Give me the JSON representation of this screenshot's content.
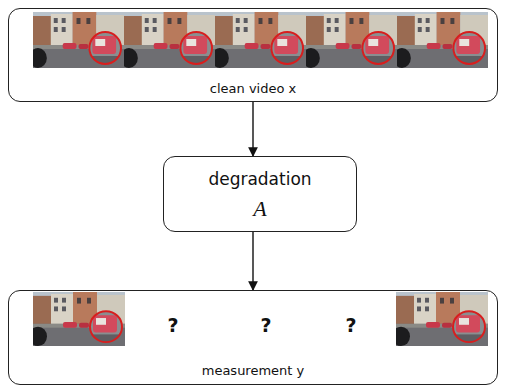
{
  "diagram": {
    "nodes": [
      {
        "text": [
          "clean video x"
        ]
      },
      {
        "text": [
          "degradation",
          "A"
        ]
      },
      {
        "text": [
          "measurement y"
        ]
      }
    ],
    "edges": [
      {
        "from": 0,
        "to": 1,
        "arrow": "to"
      },
      {
        "from": 1,
        "to": 2,
        "arrow": "to"
      }
    ],
    "labels": [
      "?",
      "?",
      "?"
    ]
  }
}
